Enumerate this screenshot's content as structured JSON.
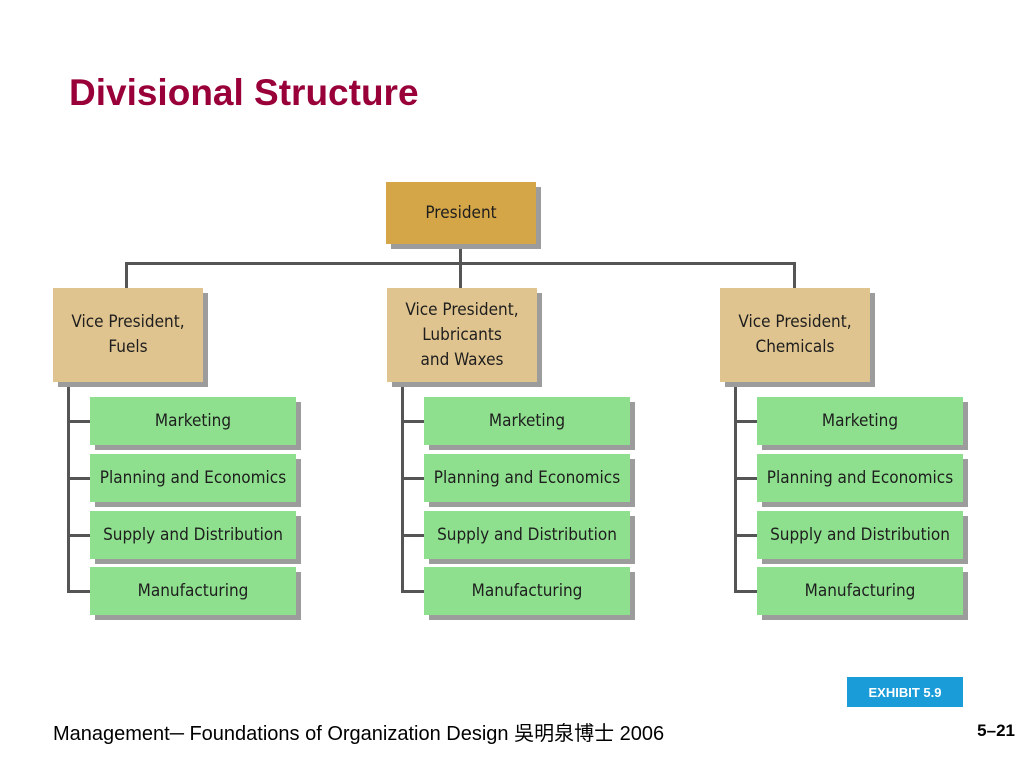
{
  "slide": {
    "title": "Divisional Structure",
    "footer": "Management─   Foundations of Organization Design 吳明泉博士  2006",
    "page_number": "5–21",
    "exhibit_label": "EXHIBIT 5.9"
  },
  "org_chart": {
    "root": "President",
    "divisions": [
      {
        "vp": "Vice President,\nFuels",
        "departments": [
          "Marketing",
          "Planning and Economics",
          "Supply and Distribution",
          "Manufacturing"
        ]
      },
      {
        "vp": "Vice President,\nLubricants\nand Waxes",
        "departments": [
          "Marketing",
          "Planning and Economics",
          "Supply and Distribution",
          "Manufacturing"
        ]
      },
      {
        "vp": "Vice President,\nChemicals",
        "departments": [
          "Marketing",
          "Planning and Economics",
          "Supply and Distribution",
          "Manufacturing"
        ]
      }
    ]
  },
  "colors": {
    "title": "#99003a",
    "president_box": "#d4a647",
    "vp_box": "#e0c48f",
    "department_box": "#8ee08e",
    "connector": "#555555",
    "exhibit_badge": "#1a9cd8"
  }
}
